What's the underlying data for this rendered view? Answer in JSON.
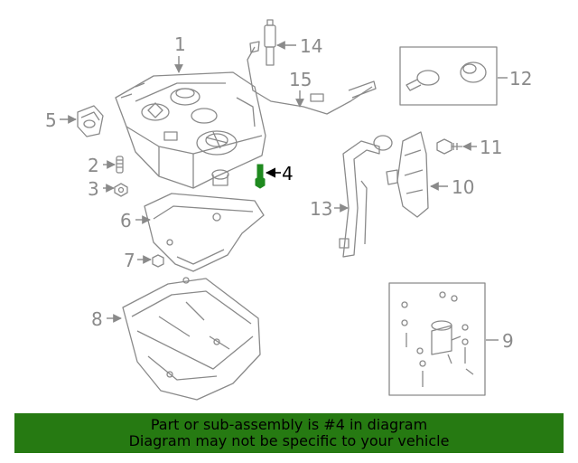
{
  "colors": {
    "part_lines": "#8a8a8a",
    "highlight": "#1f8a1f",
    "banner_bg": "#267a12",
    "banner_text": "#000000"
  },
  "callouts": [
    "1",
    "2",
    "3",
    "4",
    "5",
    "6",
    "7",
    "8",
    "9",
    "10",
    "11",
    "12",
    "13",
    "14",
    "15"
  ],
  "highlighted_part": "4",
  "banner": {
    "line1": "Part or sub-assembly is #4 in diagram",
    "line2": "Diagram may not be specific to your vehicle"
  }
}
